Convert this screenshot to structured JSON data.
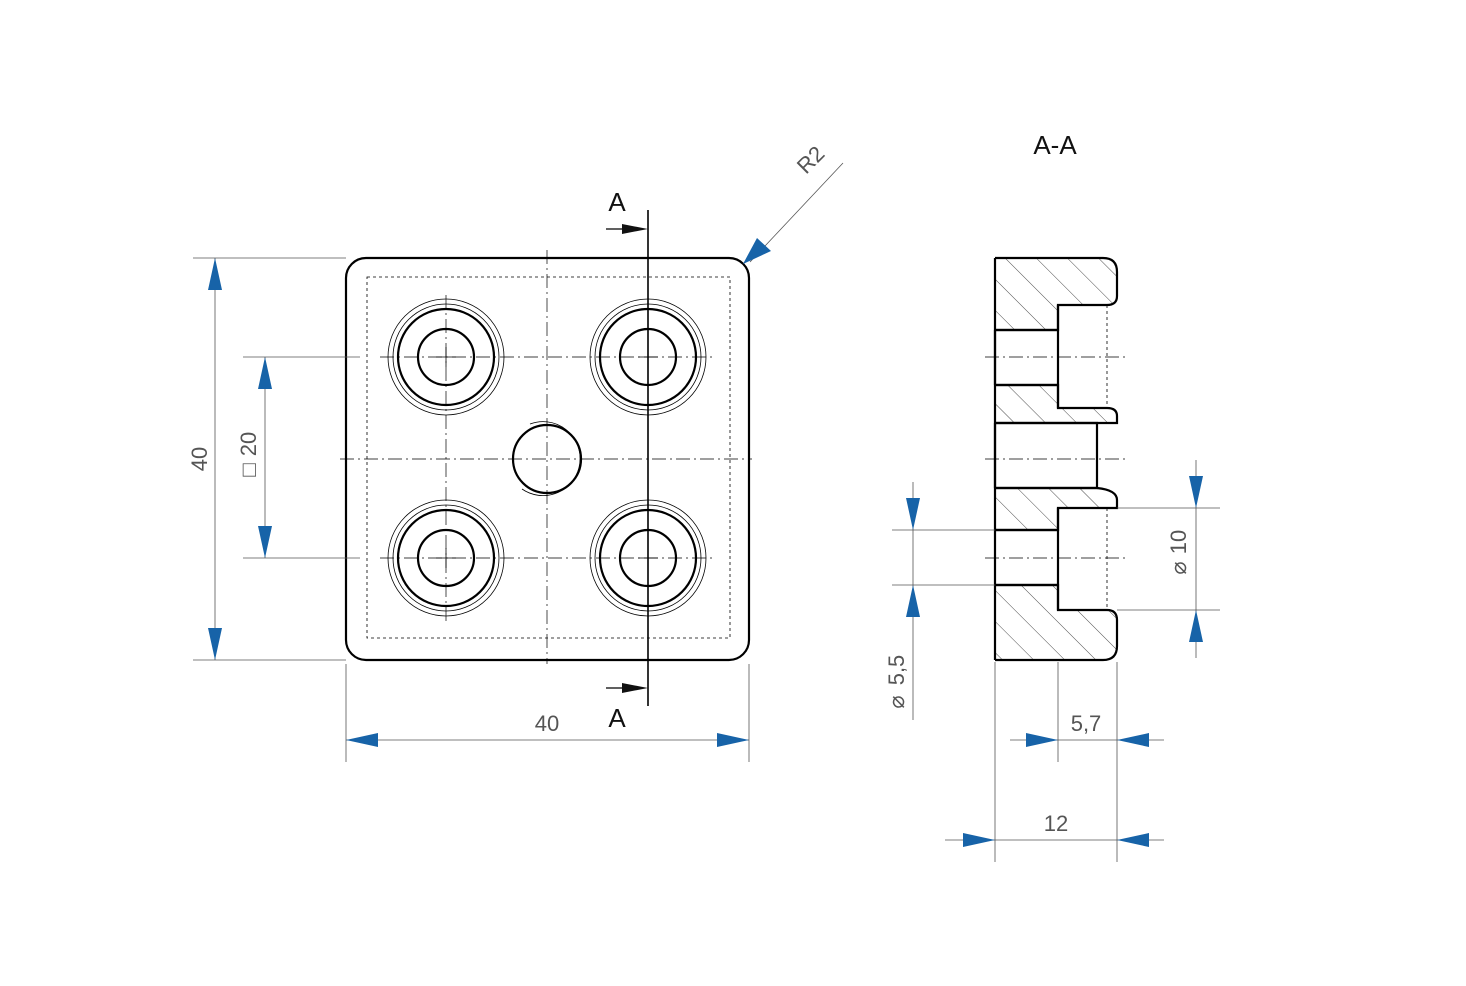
{
  "section_label_top": "A",
  "section_label_bottom": "A",
  "section_title": "A-A",
  "dims": {
    "radius": "R2",
    "width": "40",
    "height": "40",
    "pitch": "20",
    "bore_dia": "10",
    "hole_dia": "5,5",
    "counterbore_depth": "5,7",
    "thickness": "12"
  },
  "symbols": {
    "square": "□",
    "diameter": "⌀"
  },
  "colors": {
    "arrow": "#1763a8",
    "line": "#000000",
    "dimension_text": "#555555"
  }
}
